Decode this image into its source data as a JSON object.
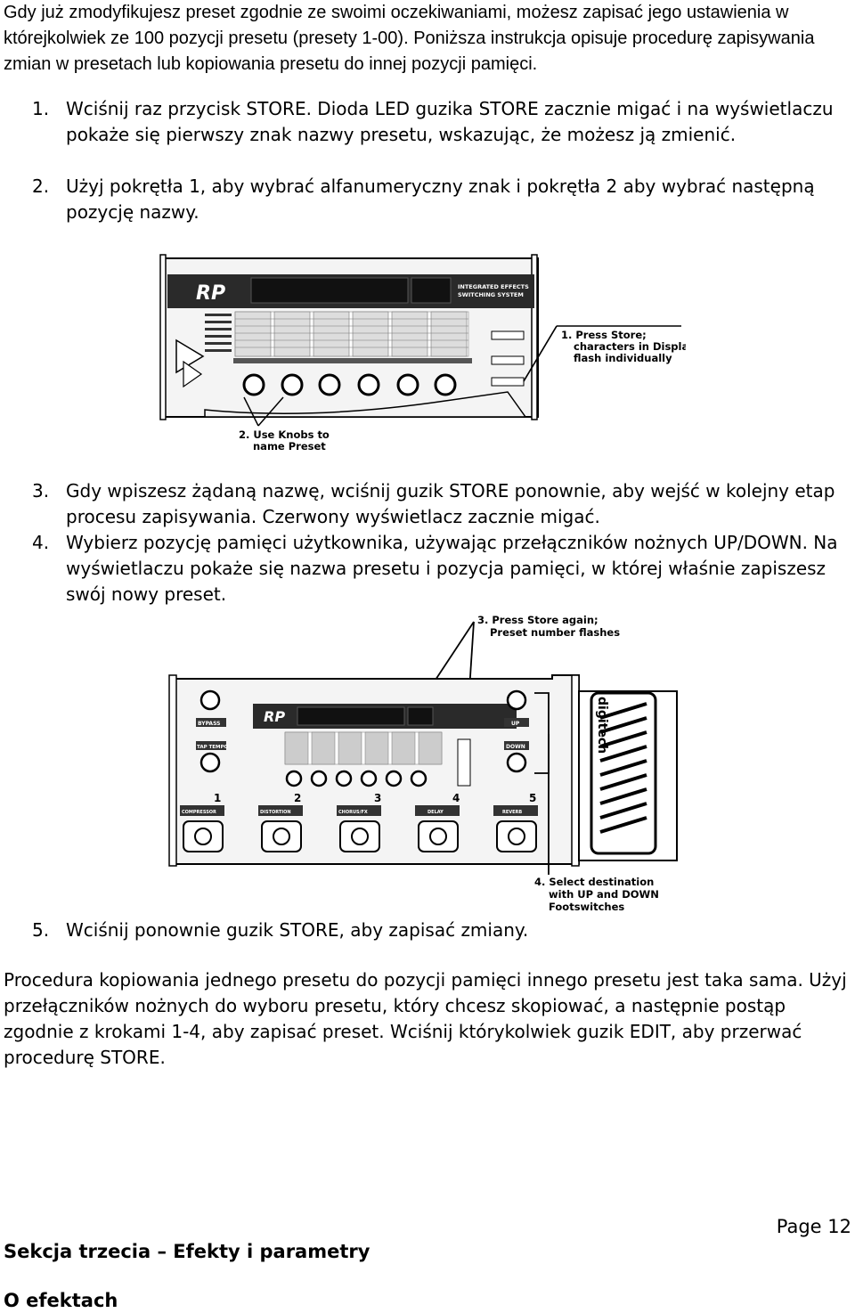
{
  "intro": "Gdy już zmodyfikujesz preset zgodnie ze swoimi oczekiwaniami, możesz zapisać jego ustawienia w którejkolwiek ze 100 pozycji presetu (presety 1-00). Poniższa instrukcja opisuje procedurę zapisywania zmian w presetach lub kopiowania presetu do innej pozycji pamięci.",
  "steps": [
    {
      "num": "1.",
      "text": "Wciśnij raz przycisk STORE. Dioda LED guzika STORE zacznie migać i na wyświetlaczu pokaże się pierwszy znak nazwy presetu, wskazując, że możesz ją zmienić."
    },
    {
      "num": "2.",
      "text": "Użyj pokrętła 1, aby wybrać alfanumeryczny znak i pokrętła 2 aby wybrać następną pozycję nazwy."
    },
    {
      "num": "3.",
      "text": "Gdy wpiszesz żądaną nazwę, wciśnij guzik STORE ponownie, aby wejść w kolejny etap procesu zapisywania. Czerwony wyświetlacz zacznie migać."
    },
    {
      "num": "4.",
      "text": "Wybierz pozycję pamięci użytkownika, używając przełączników nożnych UP/DOWN. Na wyświetlaczu pokaże się nazwa presetu i pozycja pamięci, w której właśnie zapiszesz swój nowy preset."
    },
    {
      "num": "5.",
      "text": "Wciśnij ponownie guzik STORE, aby zapisać zmiany."
    }
  ],
  "figure1": {
    "callout_store_1": "1. Press Store;",
    "callout_store_2": "characters in Display",
    "callout_store_3": "flash individually",
    "callout_knobs_1": "2. Use Knobs to",
    "callout_knobs_2": "name Preset",
    "logo": "RP",
    "panel_title_1": "INTEGRATED EFFECTS",
    "panel_title_2": "SWITCHING SYSTEM"
  },
  "figure2": {
    "callout_again_1": "3. Press Store again;",
    "callout_again_2": "Preset number flashes",
    "callout_select_1": "4. Select destination",
    "callout_select_2": "with UP and DOWN",
    "callout_select_3": "Footswitches",
    "logo": "RP",
    "brand": "digitech",
    "label_bypass": "BYPASS",
    "label_tap": "TAP TEMPO",
    "label_up": "UP",
    "label_down": "DOWN",
    "fs_labels": [
      "COMPRESSOR",
      "DISTORTION",
      "CHORUS/FX",
      "DELAY",
      "REVERB"
    ],
    "fs_numbers": [
      "1",
      "2",
      "3",
      "4",
      "5"
    ]
  },
  "outro": "Procedura kopiowania jednego presetu do pozycji pamięci innego presetu jest taka sama. Użyj przełączników nożnych do wyboru presetu, który chcesz skopiować, a następnie postąp zgodnie z krokami 1-4, aby zapisać preset. Wciśnij którykolwiek guzik EDIT, aby przerwać procedurę STORE.",
  "footer": {
    "section_title": "Sekcja trzecia – Efekty i parametry",
    "subtitle": "O efektach",
    "page": "Page 12"
  }
}
